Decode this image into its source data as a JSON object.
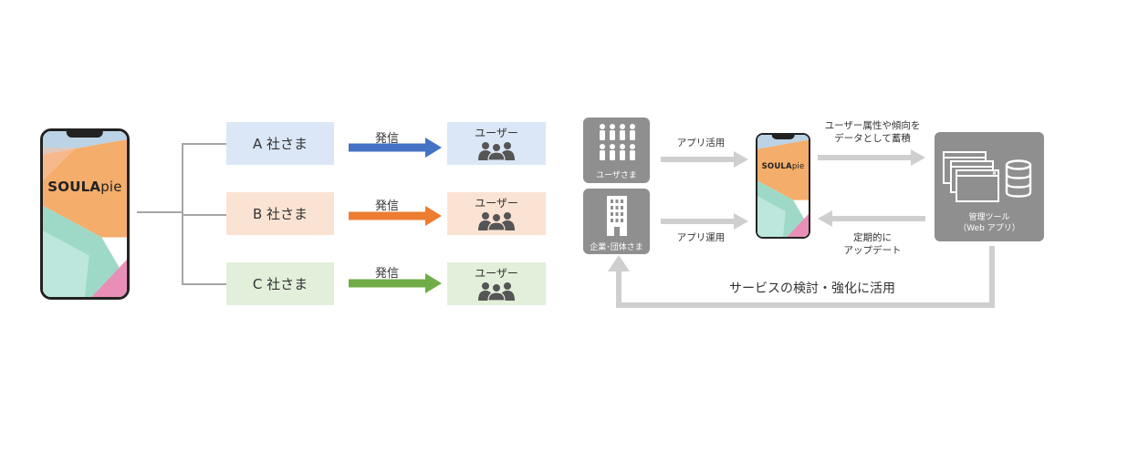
{
  "left": {
    "app_logo": {
      "main": "SOULA",
      "suffix": "pie"
    },
    "rows": [
      {
        "company": "A 社さま",
        "action": "発信",
        "recipient": "ユーザー",
        "bg": "#dbe7f6",
        "arrow_color": "#4472c4"
      },
      {
        "company": "B 社さま",
        "action": "発信",
        "recipient": "ユーザー",
        "bg": "#fbe3d3",
        "arrow_color": "#ed7d31"
      },
      {
        "company": "C 社さま",
        "action": "発信",
        "recipient": "ユーザー",
        "bg": "#e2efda",
        "arrow_color": "#70ad47"
      }
    ]
  },
  "right": {
    "users_label": "ユーザさま",
    "company_label": "企業･団体さま",
    "app_use_label": "アプリ活用",
    "app_operate_label": "アプリ運用",
    "accumulate_label": [
      "ユーザー属性や傾向を",
      "データとして蓄積"
    ],
    "update_label": [
      "定期的に",
      "アップデート"
    ],
    "tool_label": [
      "管理ツール",
      "（Web アプリ）"
    ],
    "feedback_label": "サービスの検討・強化に活用",
    "app_logo": {
      "main": "SOULA",
      "suffix": "pie"
    }
  },
  "colors": {
    "connector": "#a6a6a6",
    "gray_box": "#8f8f8f",
    "gray_arrow": "#cfcfcf"
  }
}
